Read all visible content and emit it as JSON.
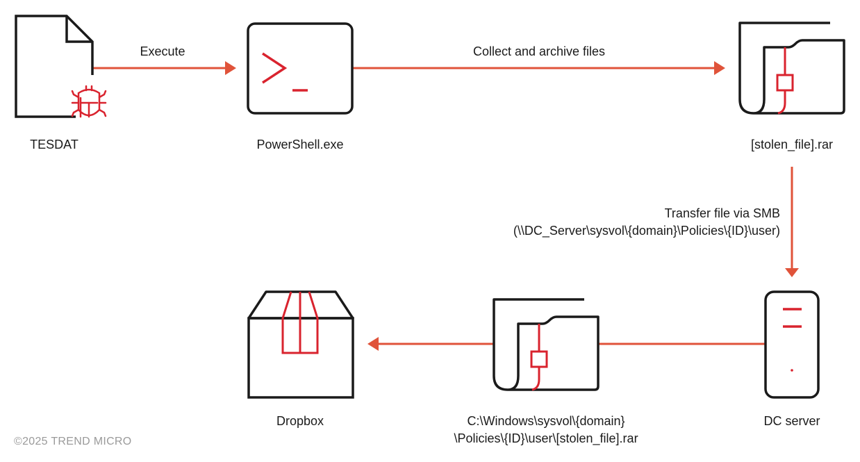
{
  "diagram": {
    "nodes": {
      "tesdat": {
        "label": "TESDAT",
        "icon": "malicious-file-icon"
      },
      "powershell": {
        "label": "PowerShell.exe",
        "icon": "terminal-icon"
      },
      "archive": {
        "label": "[stolen_file].rar",
        "icon": "archive-file-icon"
      },
      "dc_server": {
        "label": "DC server",
        "icon": "server-icon"
      },
      "local_copy": {
        "line1": "C:\\Windows\\sysvol\\{domain}",
        "line2": "\\Policies\\{ID}\\user\\[stolen_file].rar",
        "icon": "archive-file-icon"
      },
      "dropbox": {
        "label": "Dropbox",
        "icon": "package-box-icon"
      }
    },
    "edges": {
      "execute": {
        "label": "Execute",
        "from": "tesdat",
        "to": "powershell"
      },
      "collect": {
        "label": "Collect and archive files",
        "from": "powershell",
        "to": "archive"
      },
      "smb": {
        "line1": "Transfer file via SMB",
        "line2": "(\\\\DC_Server\\sysvol\\{domain}\\Policies\\{ID}\\user)",
        "from": "archive",
        "to": "dc_server"
      },
      "copy": {
        "from": "dc_server",
        "to": "local_copy"
      },
      "upload": {
        "from": "local_copy",
        "to": "dropbox"
      }
    },
    "colors": {
      "accent_red": "#d9232e",
      "arrow": "#e0533a",
      "outline": "#1a1a1a",
      "copyright": "#9a9a9a"
    }
  },
  "footer": {
    "copyright": "©2025 TREND MICRO"
  }
}
